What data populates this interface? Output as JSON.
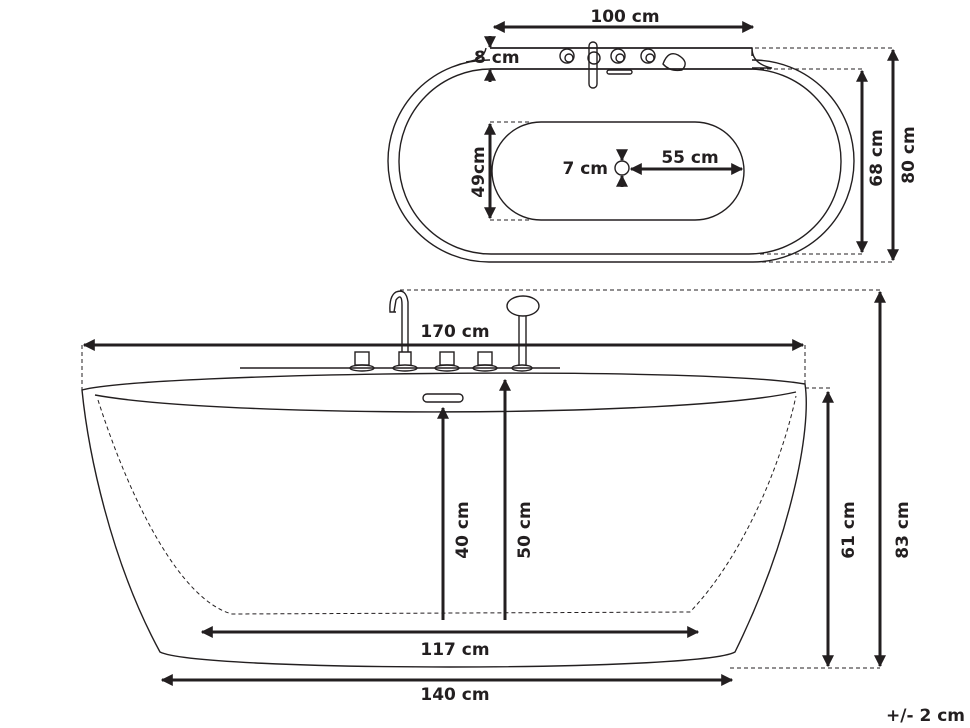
{
  "title": "Freestanding bathtub dimensions",
  "top_view": {
    "width_deck": "100 cm",
    "deck_depth": "8 cm",
    "basin_width": "49cm",
    "drain_diameter": "7 cm",
    "drain_to_end": "55 cm",
    "inner_depth": "68 cm",
    "outer_depth": "80 cm"
  },
  "side_view": {
    "top_length": "170 cm",
    "inner_depth": "40 cm",
    "overflow_depth": "50 cm",
    "bottom_inner_length": "117 cm",
    "base_length": "140 cm",
    "rim_height": "61 cm",
    "total_height": "83 cm"
  },
  "tolerance": "+/- 2 cm",
  "colors": {
    "ink": "#231f20",
    "background": "#ffffff"
  }
}
